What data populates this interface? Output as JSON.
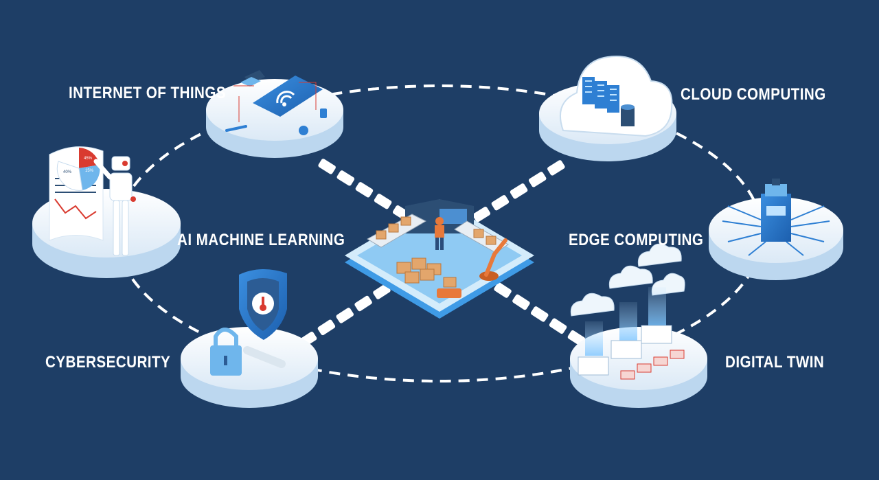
{
  "background_color": "#1e3e66",
  "accent_colors": {
    "platform": "#eef6fc",
    "blue": "#2e7fd3",
    "light_blue": "#6fb6ec",
    "red": "#d93b30",
    "orange": "#e8793a"
  },
  "labels": {
    "iot": "INTERNET OF THINGS",
    "cloud": "CLOUD COMPUTING",
    "ai": "AI MACHINE LEARNING",
    "edge": "EDGE COMPUTING",
    "cyber": "CYBERSECURITY",
    "twin": "DIGITAL TWIN"
  },
  "ai_chart_percents": {
    "a": "40%",
    "b": "45%",
    "c": "15%"
  },
  "icons": [
    "tablet-wifi-icon",
    "laptop-icon",
    "gear-icon",
    "cloud-icon",
    "server-rack-icon",
    "database-icon",
    "robot-icon",
    "chip-icon",
    "shield-icon",
    "padlock-icon",
    "factory-icon",
    "worker-icon",
    "robot-arm-icon",
    "boxes-icon"
  ]
}
